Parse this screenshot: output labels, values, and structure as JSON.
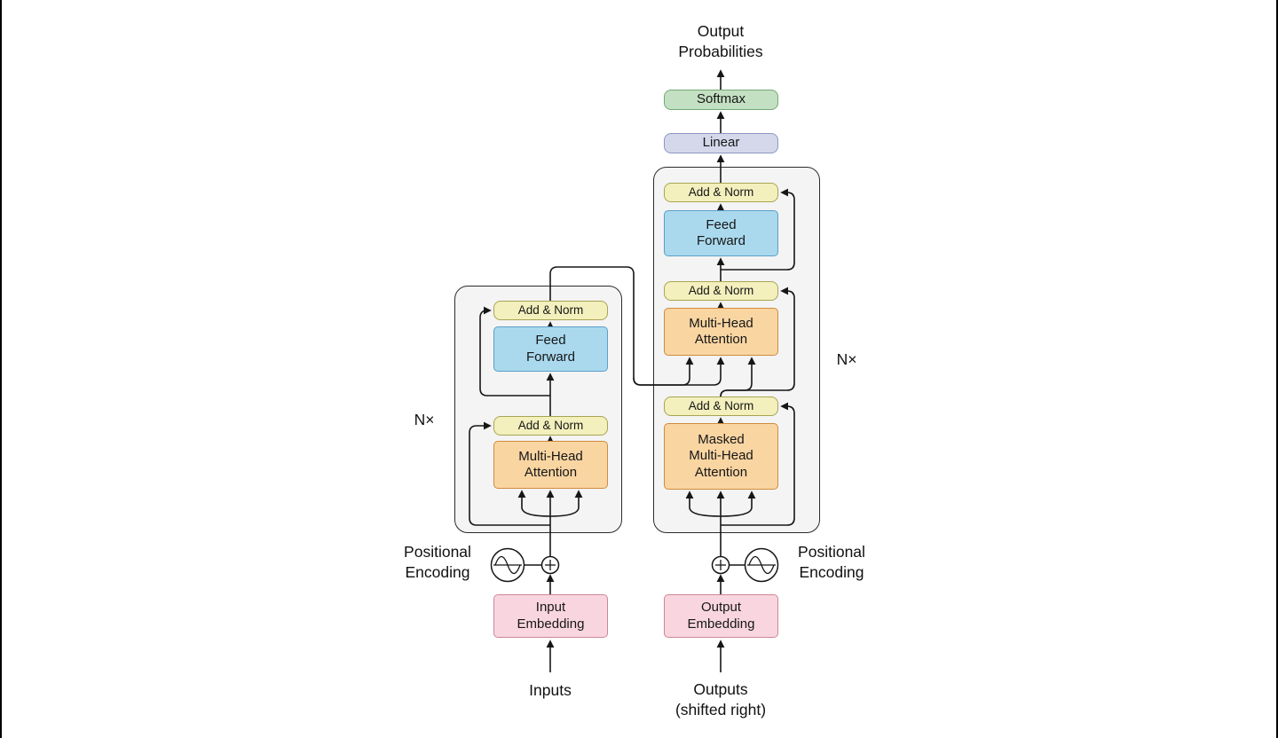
{
  "labels": {
    "output_probabilities": "Output\nProbabilities",
    "softmax": "Softmax",
    "linear": "Linear",
    "add_norm": "Add & Norm",
    "feed_forward": "Feed\nForward",
    "multi_head_attention": "Multi-Head\nAttention",
    "masked_multi_head_attention": "Masked\nMulti-Head\nAttention",
    "input_embedding": "Input\nEmbedding",
    "output_embedding": "Output\nEmbedding",
    "inputs": "Inputs",
    "outputs_shifted_right": "Outputs\n(shifted right)",
    "positional_encoding": "Positional\nEncoding",
    "n_times": "N×"
  },
  "icons": {
    "plus": "+",
    "positional_encoding_wave": "∿"
  },
  "colors": {
    "attention": "#f9d5a2",
    "attention_border": "#cf8c3e",
    "feed_forward": "#aad9ee",
    "feed_forward_border": "#5b9ec9",
    "add_norm": "#f3f0bd",
    "add_norm_border": "#a8a452",
    "embedding": "#f9d6df",
    "embedding_border": "#cc8699",
    "linear": "#d4d8ea",
    "linear_border": "#8e96c4",
    "softmax": "#c4e0c2",
    "softmax_border": "#74a874",
    "container": "#f4f4f4",
    "container_border": "#2b2b2b",
    "line": "#161616"
  }
}
